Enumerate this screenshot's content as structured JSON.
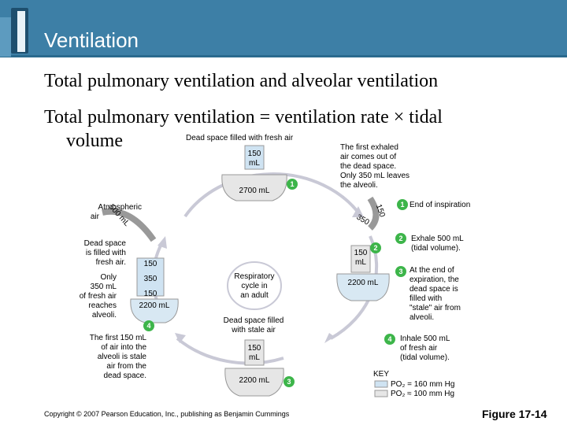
{
  "header": {
    "title": "Ventilation"
  },
  "text": {
    "line1": "Total pulmonary ventilation and alveolar ventilation",
    "line2": "Total pulmonary ventilation = ventilation rate × tidal",
    "line2b": "volume"
  },
  "diagram": {
    "top_label": "Dead space filled with fresh air",
    "top_150": "150",
    "top_ml": "mL",
    "top_2700": "2700 mL",
    "atmospheric": "Atmospheric",
    "air": "air",
    "arc_500": "500 mL",
    "left_dead_space": "Dead space\nis filled with\nfresh air.",
    "left_only": "Only\n350 mL\nof fresh air\nreaches\nalveoli.",
    "left_150": "150",
    "left_350": "350",
    "left_150b": "150",
    "left_2200": "2200 mL",
    "first_150": "The first 150 mL\nof air into the\nalveoli is stale\nair from the\ndead space.",
    "center_cycle": "Respiratory\ncycle in\nan adult",
    "bottom_label": "Dead space filled\nwith stale air",
    "bottom_150": "150",
    "bottom_ml": "mL",
    "bottom_2200": "2200 mL",
    "right_150": "150",
    "right_ml": "mL",
    "right_2200": "2200 mL",
    "right_arc_150": "150",
    "right_arc_350": "350",
    "exhale_note": "The first exhaled\nair comes out of\nthe dead space.\nOnly 350 mL leaves\nthe alveoli.",
    "step1": "End of inspiration",
    "step2": "Exhale 500 mL\n(tidal volume).",
    "step3": "At the end of\nexpiration, the\ndead space is\nfilled with\n\"stale\" air from\nalveoli.",
    "step4": "Inhale 500 mL\nof fresh air\n(tidal volume).",
    "n1": "1",
    "n2": "2",
    "n3": "3",
    "n4": "4",
    "key_title": "KEY",
    "key1": "PO₂ = 160 mm Hg",
    "key2": "PO₂ ≈ 100 mm Hg"
  },
  "footer": {
    "copyright": "Copyright © 2007 Pearson Education, Inc., publishing as Benjamin Cummings",
    "figure": "Figure 17-14"
  },
  "colors": {
    "header": "#3d7fa6",
    "badge": "#3db54a",
    "fresh": "#cfe3f2",
    "stale": "#e6e6e6"
  }
}
